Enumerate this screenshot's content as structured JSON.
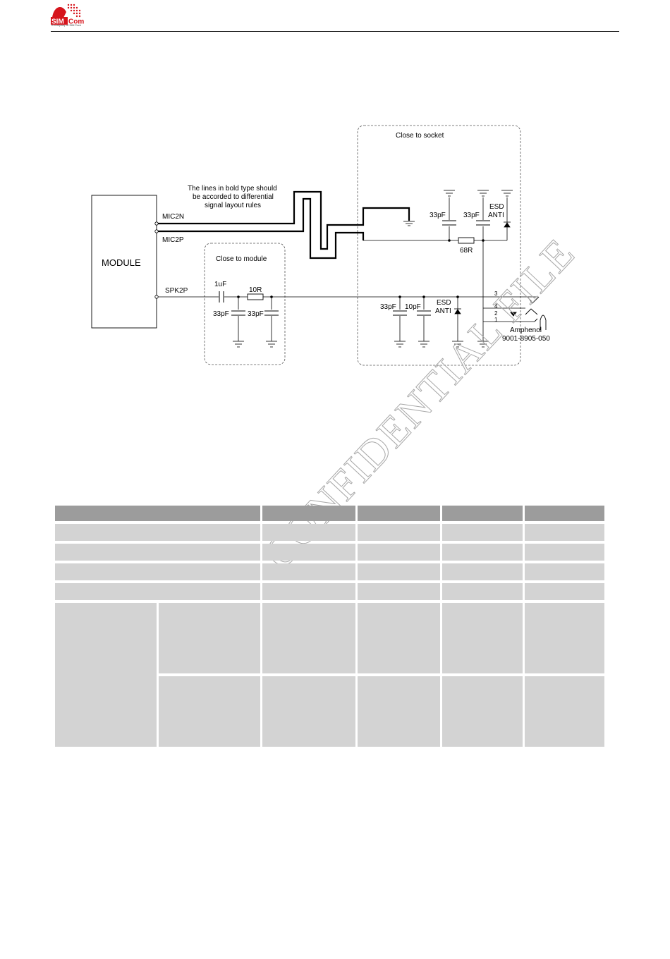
{
  "header": {
    "logo_text_a": "SIM",
    "logo_text_b": "Com",
    "logo_tagline": "A company of SIM Tech",
    "brand_color": "#d6141c"
  },
  "watermark": {
    "text": "CONFIDENTIAL FILE"
  },
  "schematic": {
    "region_socket": "Close to socket",
    "region_module": "Close to module",
    "note_line1": "The lines in bold type should",
    "note_line2": "be accorded to differential",
    "note_line3": "signal layout rules",
    "module_label": "MODULE",
    "pin_mic2n": "MIC2N",
    "pin_mic2p": "MIC2P",
    "pin_spk2p": "SPK2P",
    "c_1uf": "1uF",
    "r_10r": "10R",
    "c_33pf_a": "33pF",
    "c_33pf_b": "33pF",
    "c_33pf_c": "33pF",
    "c_33pf_d": "33pF",
    "c_33pf_e": "33pF",
    "c_10pf": "10pF",
    "r_68r": "68R",
    "esd_top_1": "ESD",
    "esd_top_2": "ANTI",
    "esd_bot_1": "ESD",
    "esd_bot_2": "ANTI",
    "jack_pin_1": "1",
    "jack_pin_2": "2",
    "jack_pin_3": "3",
    "jack_pin_4": "4",
    "jack_maker": "Amphenol",
    "jack_part": "9001-8905-050"
  }
}
